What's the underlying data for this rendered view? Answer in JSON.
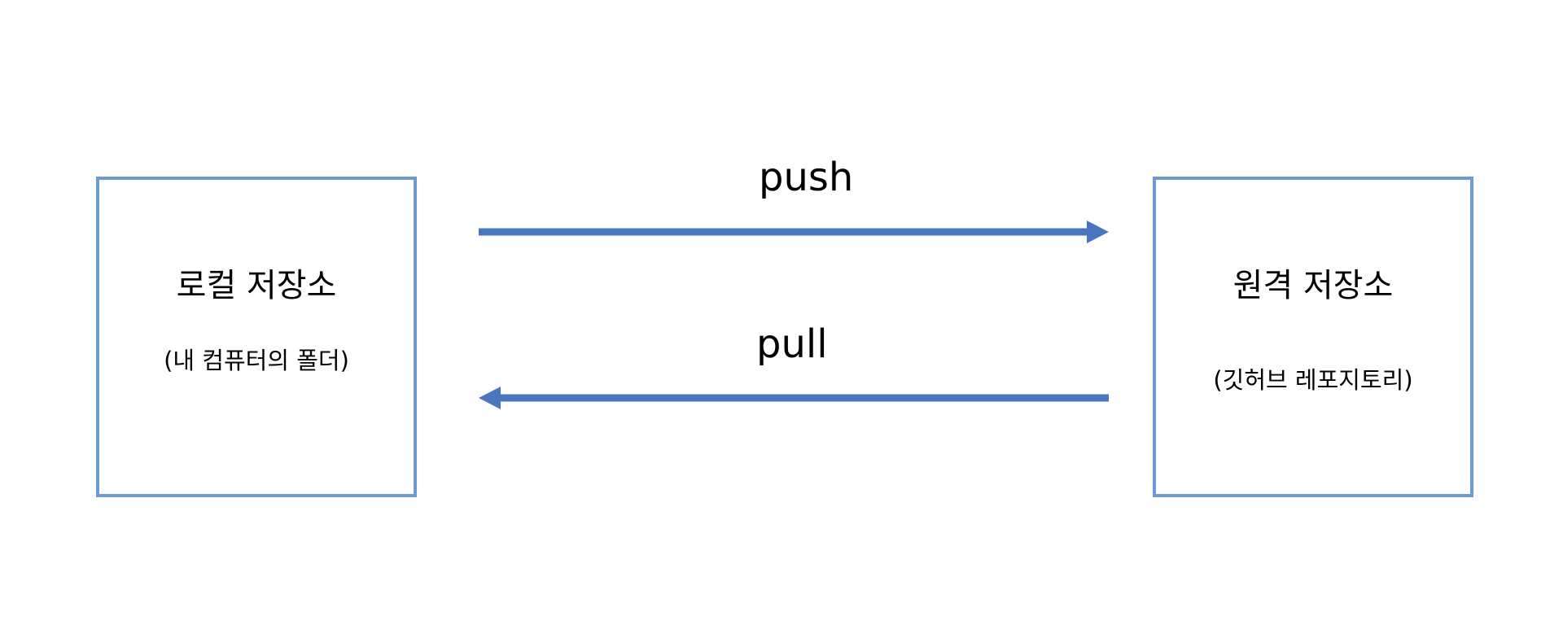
{
  "local_repo": {
    "title": "로컬 저장소",
    "subtitle": "(내 컴퓨터의 폴더)"
  },
  "remote_repo": {
    "title": "원격 저장소",
    "subtitle": "(깃허브 레포지토리)"
  },
  "arrows": {
    "push_label": "push",
    "pull_label": "pull"
  },
  "colors": {
    "box_border": "#6a9bd1",
    "arrow": "#4a76c0",
    "text": "#000000",
    "background": "#ffffff"
  }
}
